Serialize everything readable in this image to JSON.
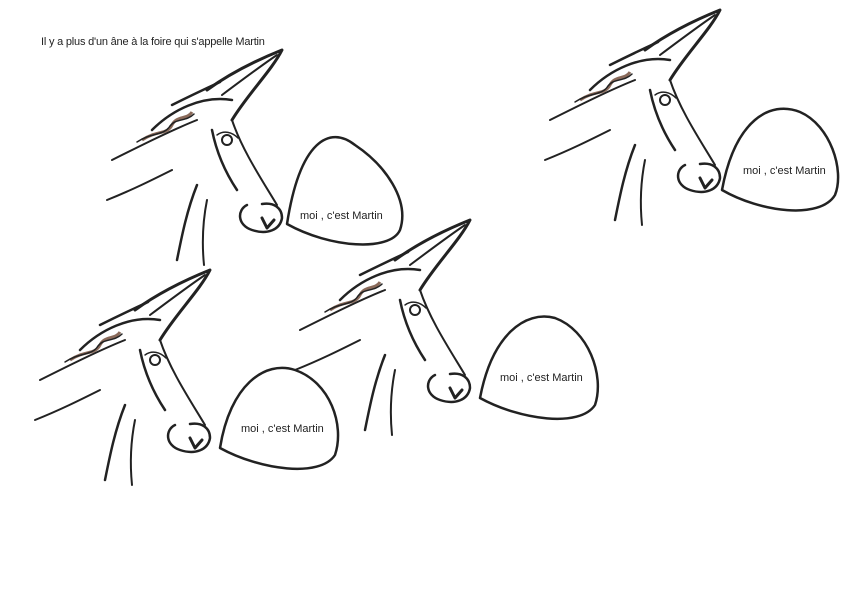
{
  "caption": "Il y a plus d'un âne à la foire qui s'appelle Martin",
  "colors": {
    "ink": "#222222",
    "halter": "#8a6a5a",
    "background": "#ffffff"
  },
  "donkeys": [
    {
      "name": "donkey-top-left",
      "speech": "moi , c'est Martin"
    },
    {
      "name": "donkey-top-right",
      "speech": "moi , c'est Martin"
    },
    {
      "name": "donkey-bottom-left",
      "speech": "moi , c'est Martin"
    },
    {
      "name": "donkey-bottom-middle",
      "speech": "moi , c'est Martin"
    }
  ]
}
